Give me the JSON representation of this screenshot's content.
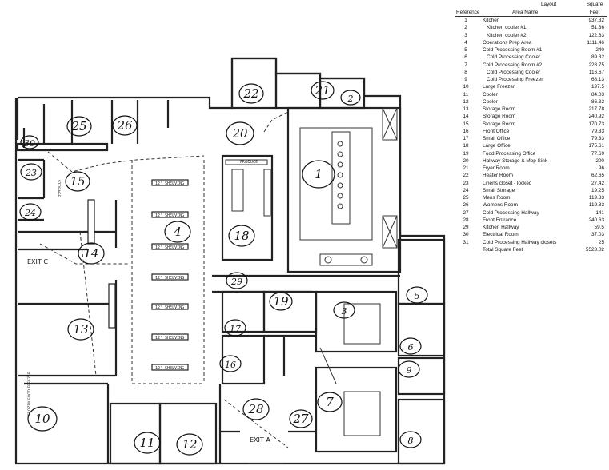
{
  "legend": {
    "title": "Layout",
    "square_header": "Square",
    "feet_header": "Feet",
    "reference_header": "Reference",
    "area_header": "Area Name",
    "rows": [
      {
        "ref": "1",
        "name": "Kitchen",
        "sqft": "937.32",
        "indent": false
      },
      {
        "ref": "2",
        "name": "Kitchen cooler #1",
        "sqft": "51.36",
        "indent": true
      },
      {
        "ref": "3",
        "name": "Kitchen cooler #2",
        "sqft": "122.63",
        "indent": true
      },
      {
        "ref": "4",
        "name": "Operations Prep Area",
        "sqft": "1111.46",
        "indent": false
      },
      {
        "ref": "5",
        "name": "Cold Processing Room #1",
        "sqft": "240",
        "indent": false
      },
      {
        "ref": "6",
        "name": "Cold Processing Cooler",
        "sqft": "89.32",
        "indent": true
      },
      {
        "ref": "7",
        "name": "Cold Processing Room #2",
        "sqft": "228.75",
        "indent": false
      },
      {
        "ref": "8",
        "name": "Cold Processing Cooler",
        "sqft": "116.67",
        "indent": true
      },
      {
        "ref": "9",
        "name": "Cold Processing Freezer",
        "sqft": "68.13",
        "indent": true
      },
      {
        "ref": "10",
        "name": "Large Freezer",
        "sqft": "197.5",
        "indent": false
      },
      {
        "ref": "11",
        "name": "Cooler",
        "sqft": "84.03",
        "indent": false
      },
      {
        "ref": "12",
        "name": "Cooler",
        "sqft": "86.32",
        "indent": false
      },
      {
        "ref": "13",
        "name": "Storage Room",
        "sqft": "217.78",
        "indent": false
      },
      {
        "ref": "14",
        "name": "Storage Room",
        "sqft": "240.92",
        "indent": false
      },
      {
        "ref": "15",
        "name": "Storage Room",
        "sqft": "170.73",
        "indent": false
      },
      {
        "ref": "16",
        "name": "Front Office",
        "sqft": "79.33",
        "indent": false
      },
      {
        "ref": "17",
        "name": "Small Office",
        "sqft": "79.33",
        "indent": false
      },
      {
        "ref": "18",
        "name": "Large Office",
        "sqft": "175.61",
        "indent": false
      },
      {
        "ref": "19",
        "name": "Food Processing Office",
        "sqft": "77.69",
        "indent": false
      },
      {
        "ref": "20",
        "name": "Hallway Storage & Mop Sink",
        "sqft": "200",
        "indent": false
      },
      {
        "ref": "21",
        "name": "Fryer Room",
        "sqft": "96",
        "indent": false
      },
      {
        "ref": "22",
        "name": "Heater Room",
        "sqft": "62.65",
        "indent": false
      },
      {
        "ref": "23",
        "name": "Linens closet - locked",
        "sqft": "27.42",
        "indent": false
      },
      {
        "ref": "24",
        "name": "Small Storage",
        "sqft": "19.25",
        "indent": false
      },
      {
        "ref": "25",
        "name": "Mens Room",
        "sqft": "119.83",
        "indent": false
      },
      {
        "ref": "26",
        "name": "Womens Room",
        "sqft": "119.83",
        "indent": false
      },
      {
        "ref": "27",
        "name": "Cold Processing Hallway",
        "sqft": "141",
        "indent": false
      },
      {
        "ref": "28",
        "name": "Front Entrance",
        "sqft": "240.63",
        "indent": false
      },
      {
        "ref": "29",
        "name": "Kitchen Hallway",
        "sqft": "59.5",
        "indent": false
      },
      {
        "ref": "30",
        "name": "Electrical Room",
        "sqft": "37.03",
        "indent": false
      },
      {
        "ref": "31",
        "name": "Cold Processing Hallway closets",
        "sqft": "25",
        "indent": false
      },
      {
        "ref": "",
        "name": "Total Square Feet",
        "sqft": "5523.02",
        "indent": false
      }
    ]
  },
  "plan": {
    "room_numbers": [
      "1",
      "2",
      "3",
      "4",
      "5",
      "6",
      "7",
      "8",
      "9",
      "10",
      "11",
      "12",
      "13",
      "14",
      "15",
      "16",
      "17",
      "18",
      "19",
      "20",
      "21",
      "22",
      "23",
      "24",
      "25",
      "26",
      "27",
      "28",
      "29",
      "30"
    ],
    "shelving_label": "12' SHELVING",
    "exit_c": "EXIT C",
    "exit_a": "EXIT A",
    "produce_label": "PRODUCE",
    "storage_label": "STORAGE",
    "freezer_label": "FROZEN FOOD FREEZER"
  }
}
